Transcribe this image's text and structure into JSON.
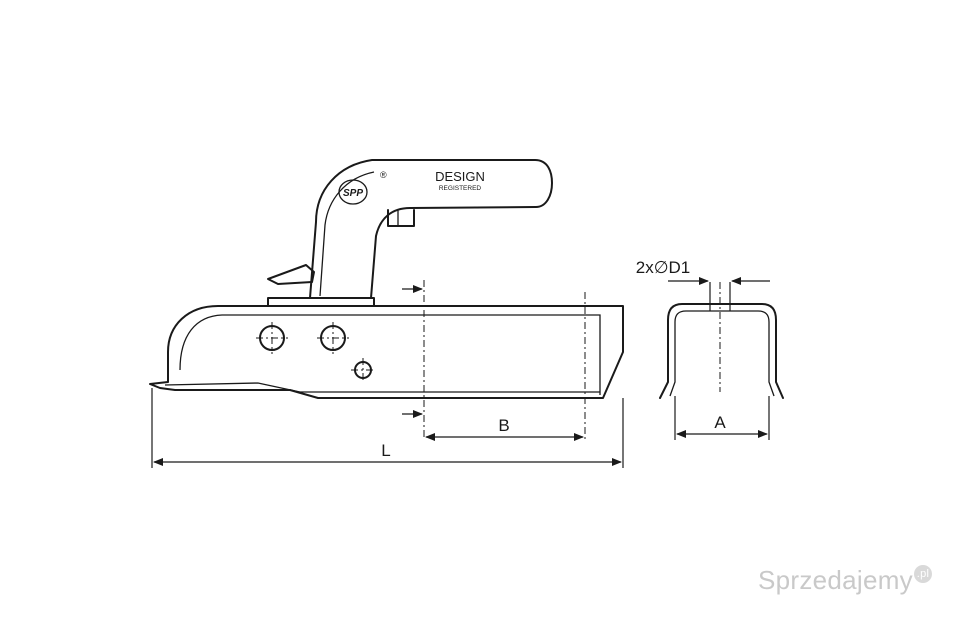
{
  "handle": {
    "brand": "SPP",
    "registered_mark": "®",
    "design_text": "DESIGN",
    "registered_text": "REGISTERED"
  },
  "dimensions": {
    "length": "L",
    "hole_offset": "B",
    "profile_width": "A",
    "holes": "2x∅D1"
  },
  "watermark": {
    "text": "Sprzedajemy",
    "suffix": ".pl"
  }
}
